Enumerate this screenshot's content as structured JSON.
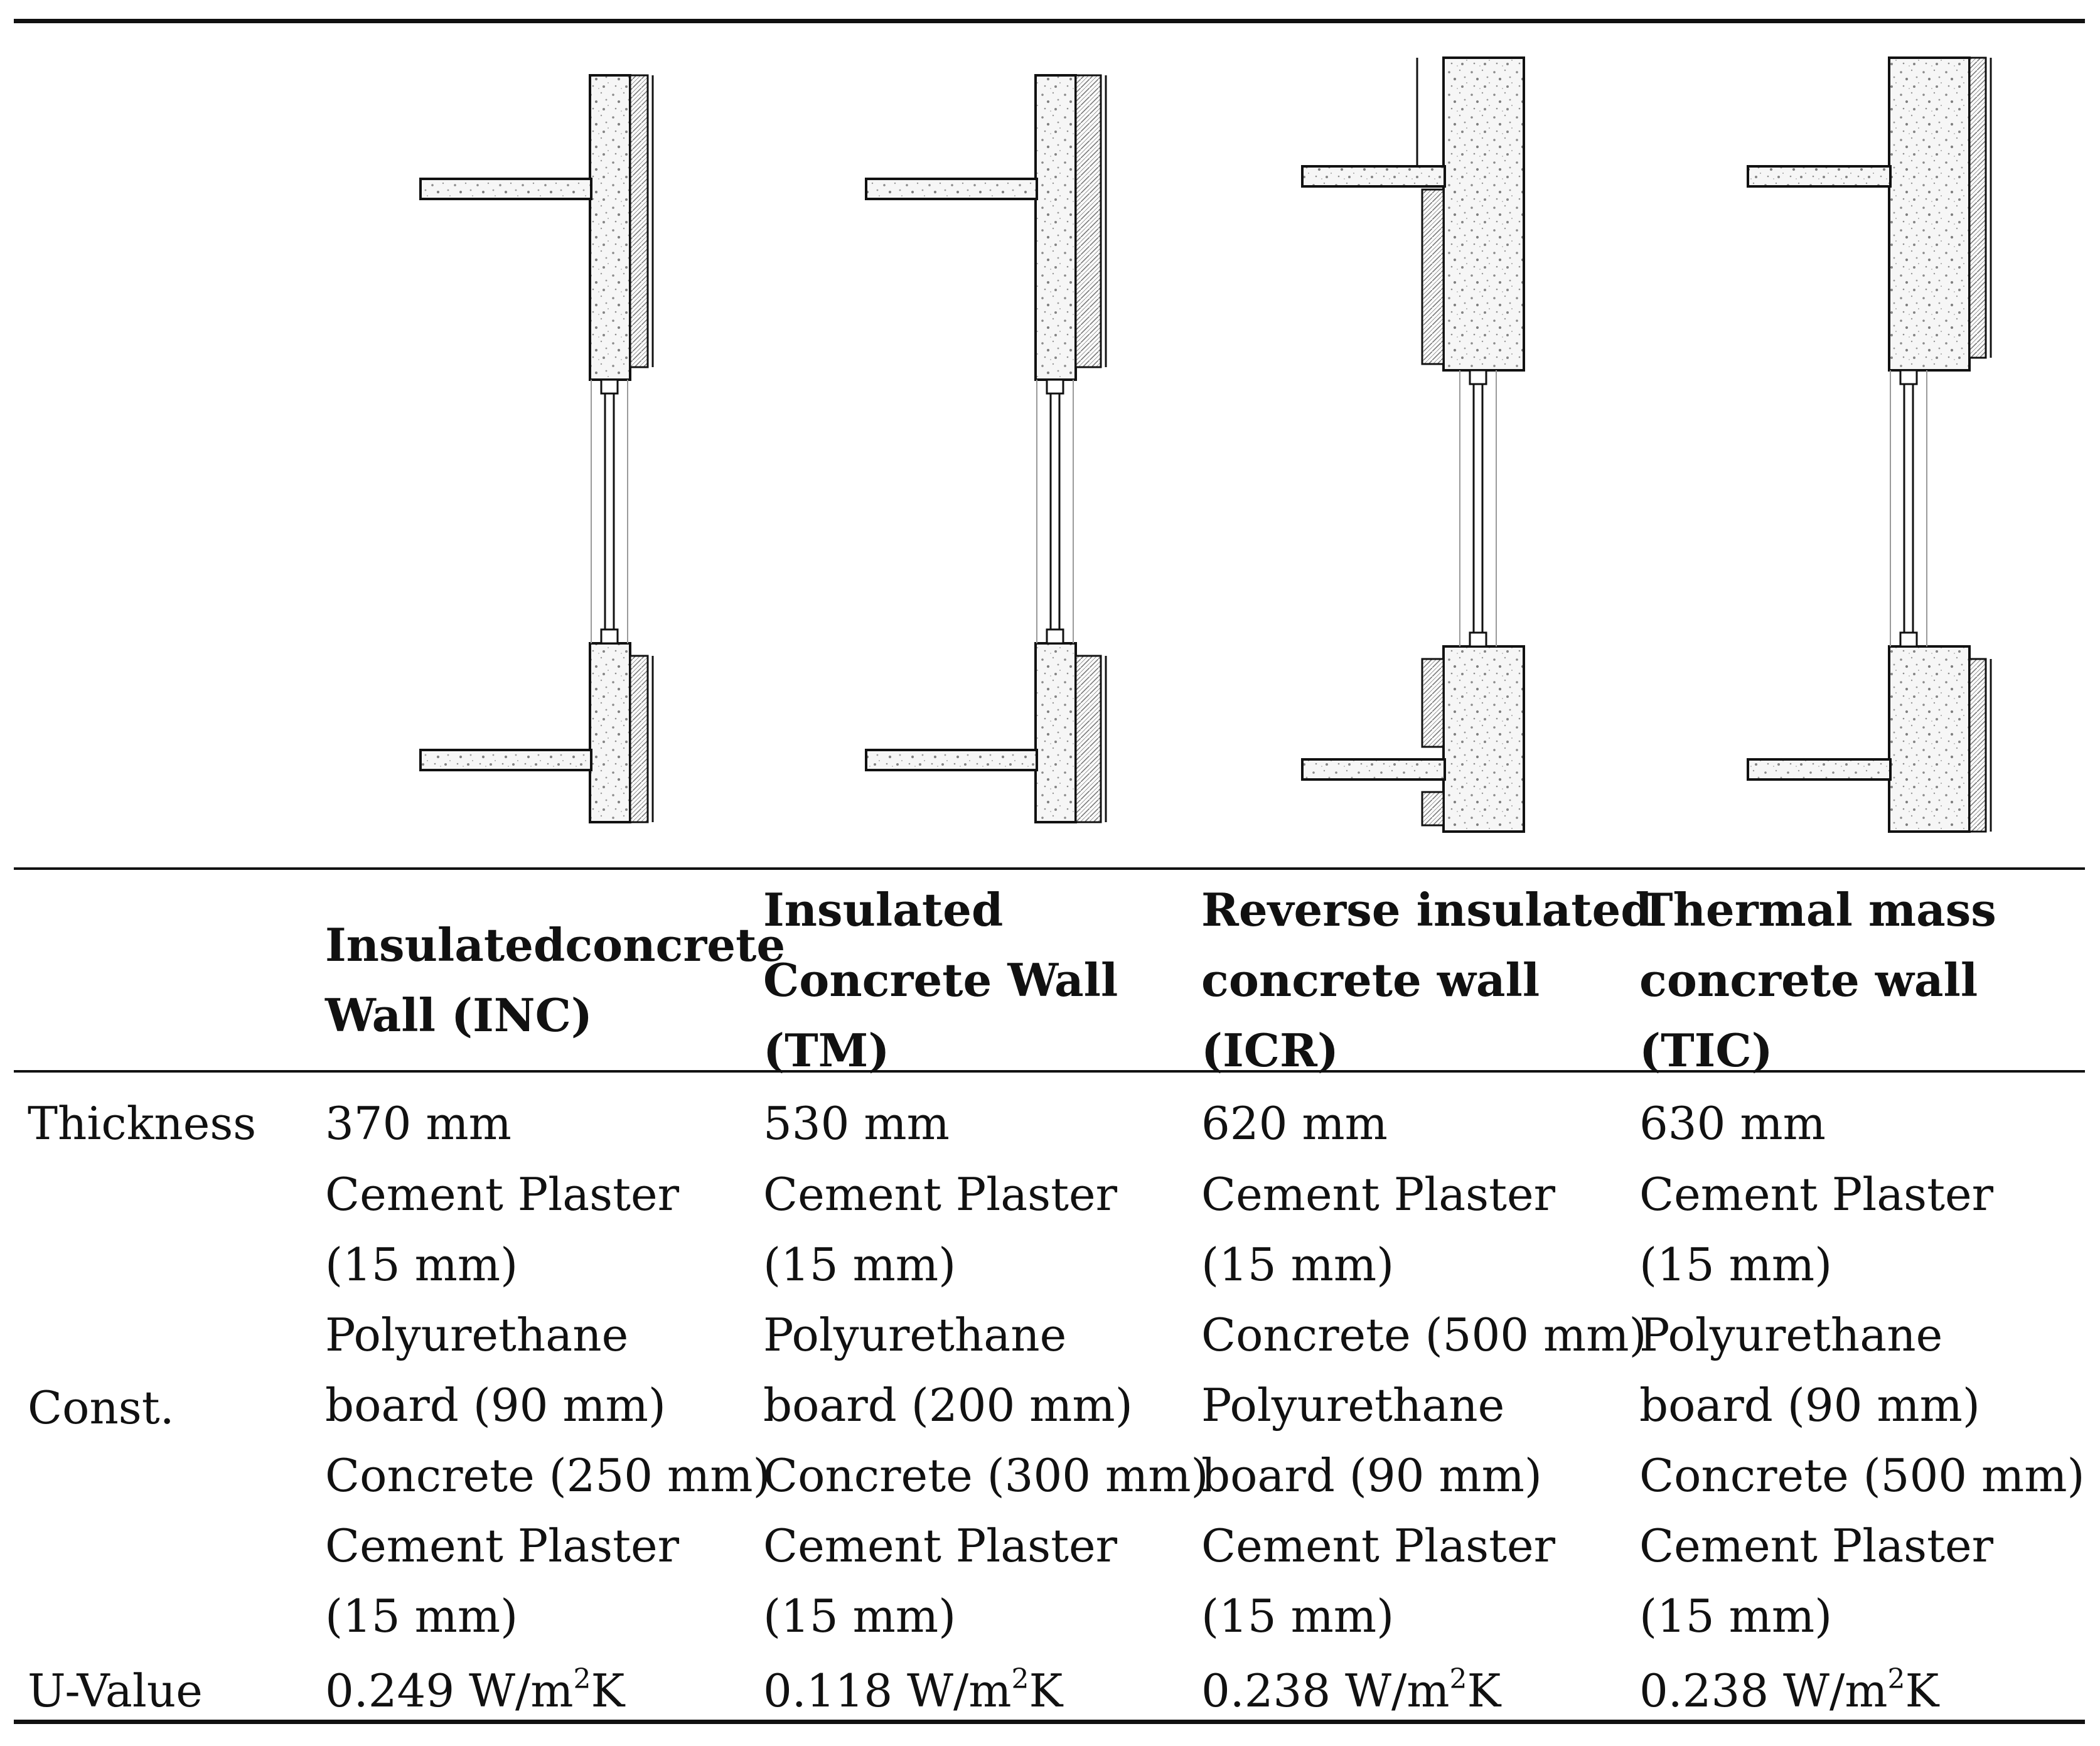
{
  "table": {
    "columns": [
      {
        "header": [
          "Insulatedconcrete",
          "Wall (INC)"
        ],
        "thickness": "370 mm",
        "construction": [
          "Cement Plaster",
          "(15 mm)",
          "Polyurethane",
          "board (90 mm)",
          "Concrete (250 mm)",
          "Cement Plaster",
          "(15 mm)"
        ],
        "u_value_num": "0.249 W/m",
        "u_value_sup": "2",
        "u_value_unit": "K"
      },
      {
        "header": [
          "Insulated",
          "Concrete Wall",
          "(TM)"
        ],
        "thickness": "530 mm",
        "construction": [
          "Cement Plaster",
          "(15 mm)",
          "Polyurethane",
          "board (200 mm)",
          "Concrete (300 mm)",
          "Cement Plaster",
          "(15 mm)"
        ],
        "u_value_num": "0.118 W/m",
        "u_value_sup": "2",
        "u_value_unit": "K"
      },
      {
        "header": [
          "Reverse insulated",
          "concrete wall",
          "(ICR)"
        ],
        "thickness": "620 mm",
        "construction": [
          "Cement Plaster",
          "(15 mm)",
          "Concrete (500 mm)",
          "Polyurethane",
          "board (90 mm)",
          "Cement Plaster",
          "(15 mm)"
        ],
        "u_value_num": "0.238 W/m",
        "u_value_sup": "2",
        "u_value_unit": "K"
      },
      {
        "header": [
          "Thermal mass",
          "concrete wall",
          "(TIC)"
        ],
        "thickness": "630 mm",
        "construction": [
          "Cement Plaster",
          "(15 mm)",
          "Polyurethane",
          "board (90 mm)",
          "Concrete (500 mm)",
          "Cement Plaster",
          "(15 mm)"
        ],
        "u_value_num": "0.238 W/m",
        "u_value_sup": "2",
        "u_value_unit": "K"
      }
    ],
    "row_labels": {
      "thickness": "Thickness",
      "construction": "Const.",
      "u_value": "U-Value"
    }
  },
  "colors": {
    "line": "#111111",
    "concrete_fill": "#f4f4f4",
    "speckle": "#8a8a8a",
    "glass": "#9a9a9a"
  }
}
